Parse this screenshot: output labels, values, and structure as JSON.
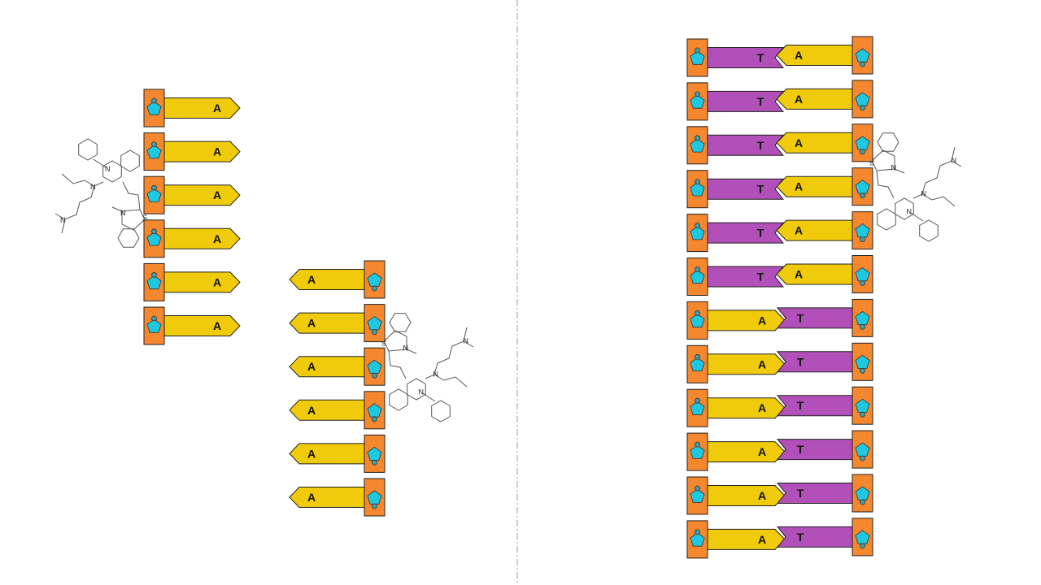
{
  "colors": {
    "box": "#f5872e",
    "pentagon": "#1ec8e0",
    "adenine": "#f0cb0c",
    "thymine": "#b050b8",
    "outline": "#222222"
  },
  "single_strand_left": {
    "bases": [
      "A",
      "A",
      "A",
      "A",
      "A",
      "A"
    ]
  },
  "single_strand_middle": {
    "bases": [
      "A",
      "A",
      "A",
      "A",
      "A",
      "A"
    ]
  },
  "duplex": {
    "pairs": [
      {
        "left": "T",
        "right": "A"
      },
      {
        "left": "T",
        "right": "A"
      },
      {
        "left": "T",
        "right": "A"
      },
      {
        "left": "T",
        "right": "A"
      },
      {
        "left": "T",
        "right": "A"
      },
      {
        "left": "T",
        "right": "A"
      },
      {
        "left": "A",
        "right": "T"
      },
      {
        "left": "A",
        "right": "T"
      },
      {
        "left": "A",
        "right": "T"
      },
      {
        "left": "A",
        "right": "T"
      },
      {
        "left": "A",
        "right": "T"
      },
      {
        "left": "A",
        "right": "T"
      }
    ]
  },
  "dye_atoms": {
    "n1": "N",
    "n2": "N",
    "n3": "N",
    "n4": "N",
    "s": "S"
  }
}
